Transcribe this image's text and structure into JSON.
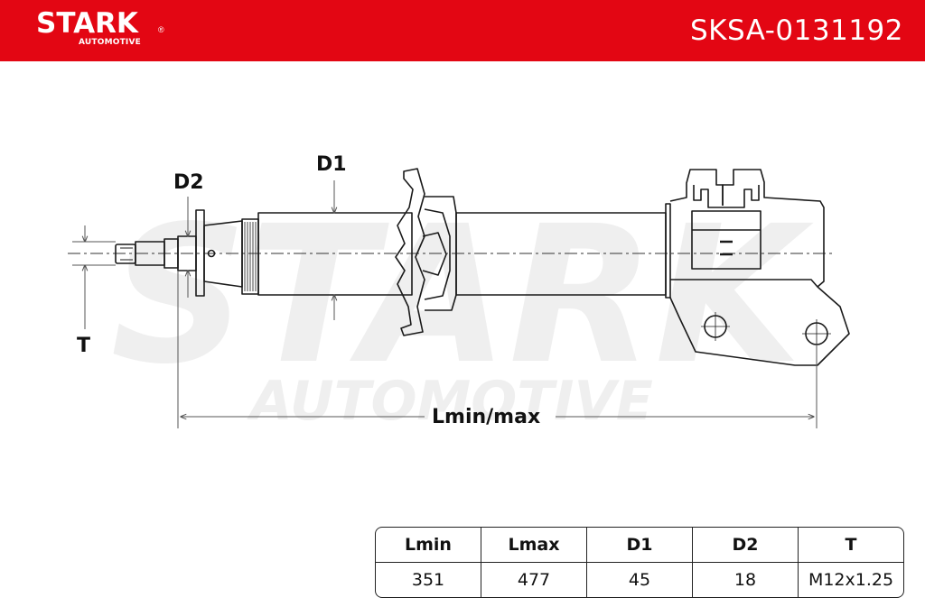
{
  "header": {
    "brand": "STARK",
    "brand_mark": "®",
    "brand_sub": "AUTOMOTIVE",
    "part_number": "SKSA-0131192",
    "bg_color": "#e30613"
  },
  "watermark": {
    "line1": "STARK",
    "line2": "AUTOMOTIVE",
    "color": "#efefef"
  },
  "diagram": {
    "labels": {
      "d1": "D1",
      "d2": "D2",
      "t": "T",
      "length": "Lmin/max"
    }
  },
  "spec_table": {
    "headers": [
      "Lmin",
      "Lmax",
      "D1",
      "D2",
      "T"
    ],
    "values": [
      "351",
      "477",
      "45",
      "18",
      "M12x1.25"
    ]
  }
}
